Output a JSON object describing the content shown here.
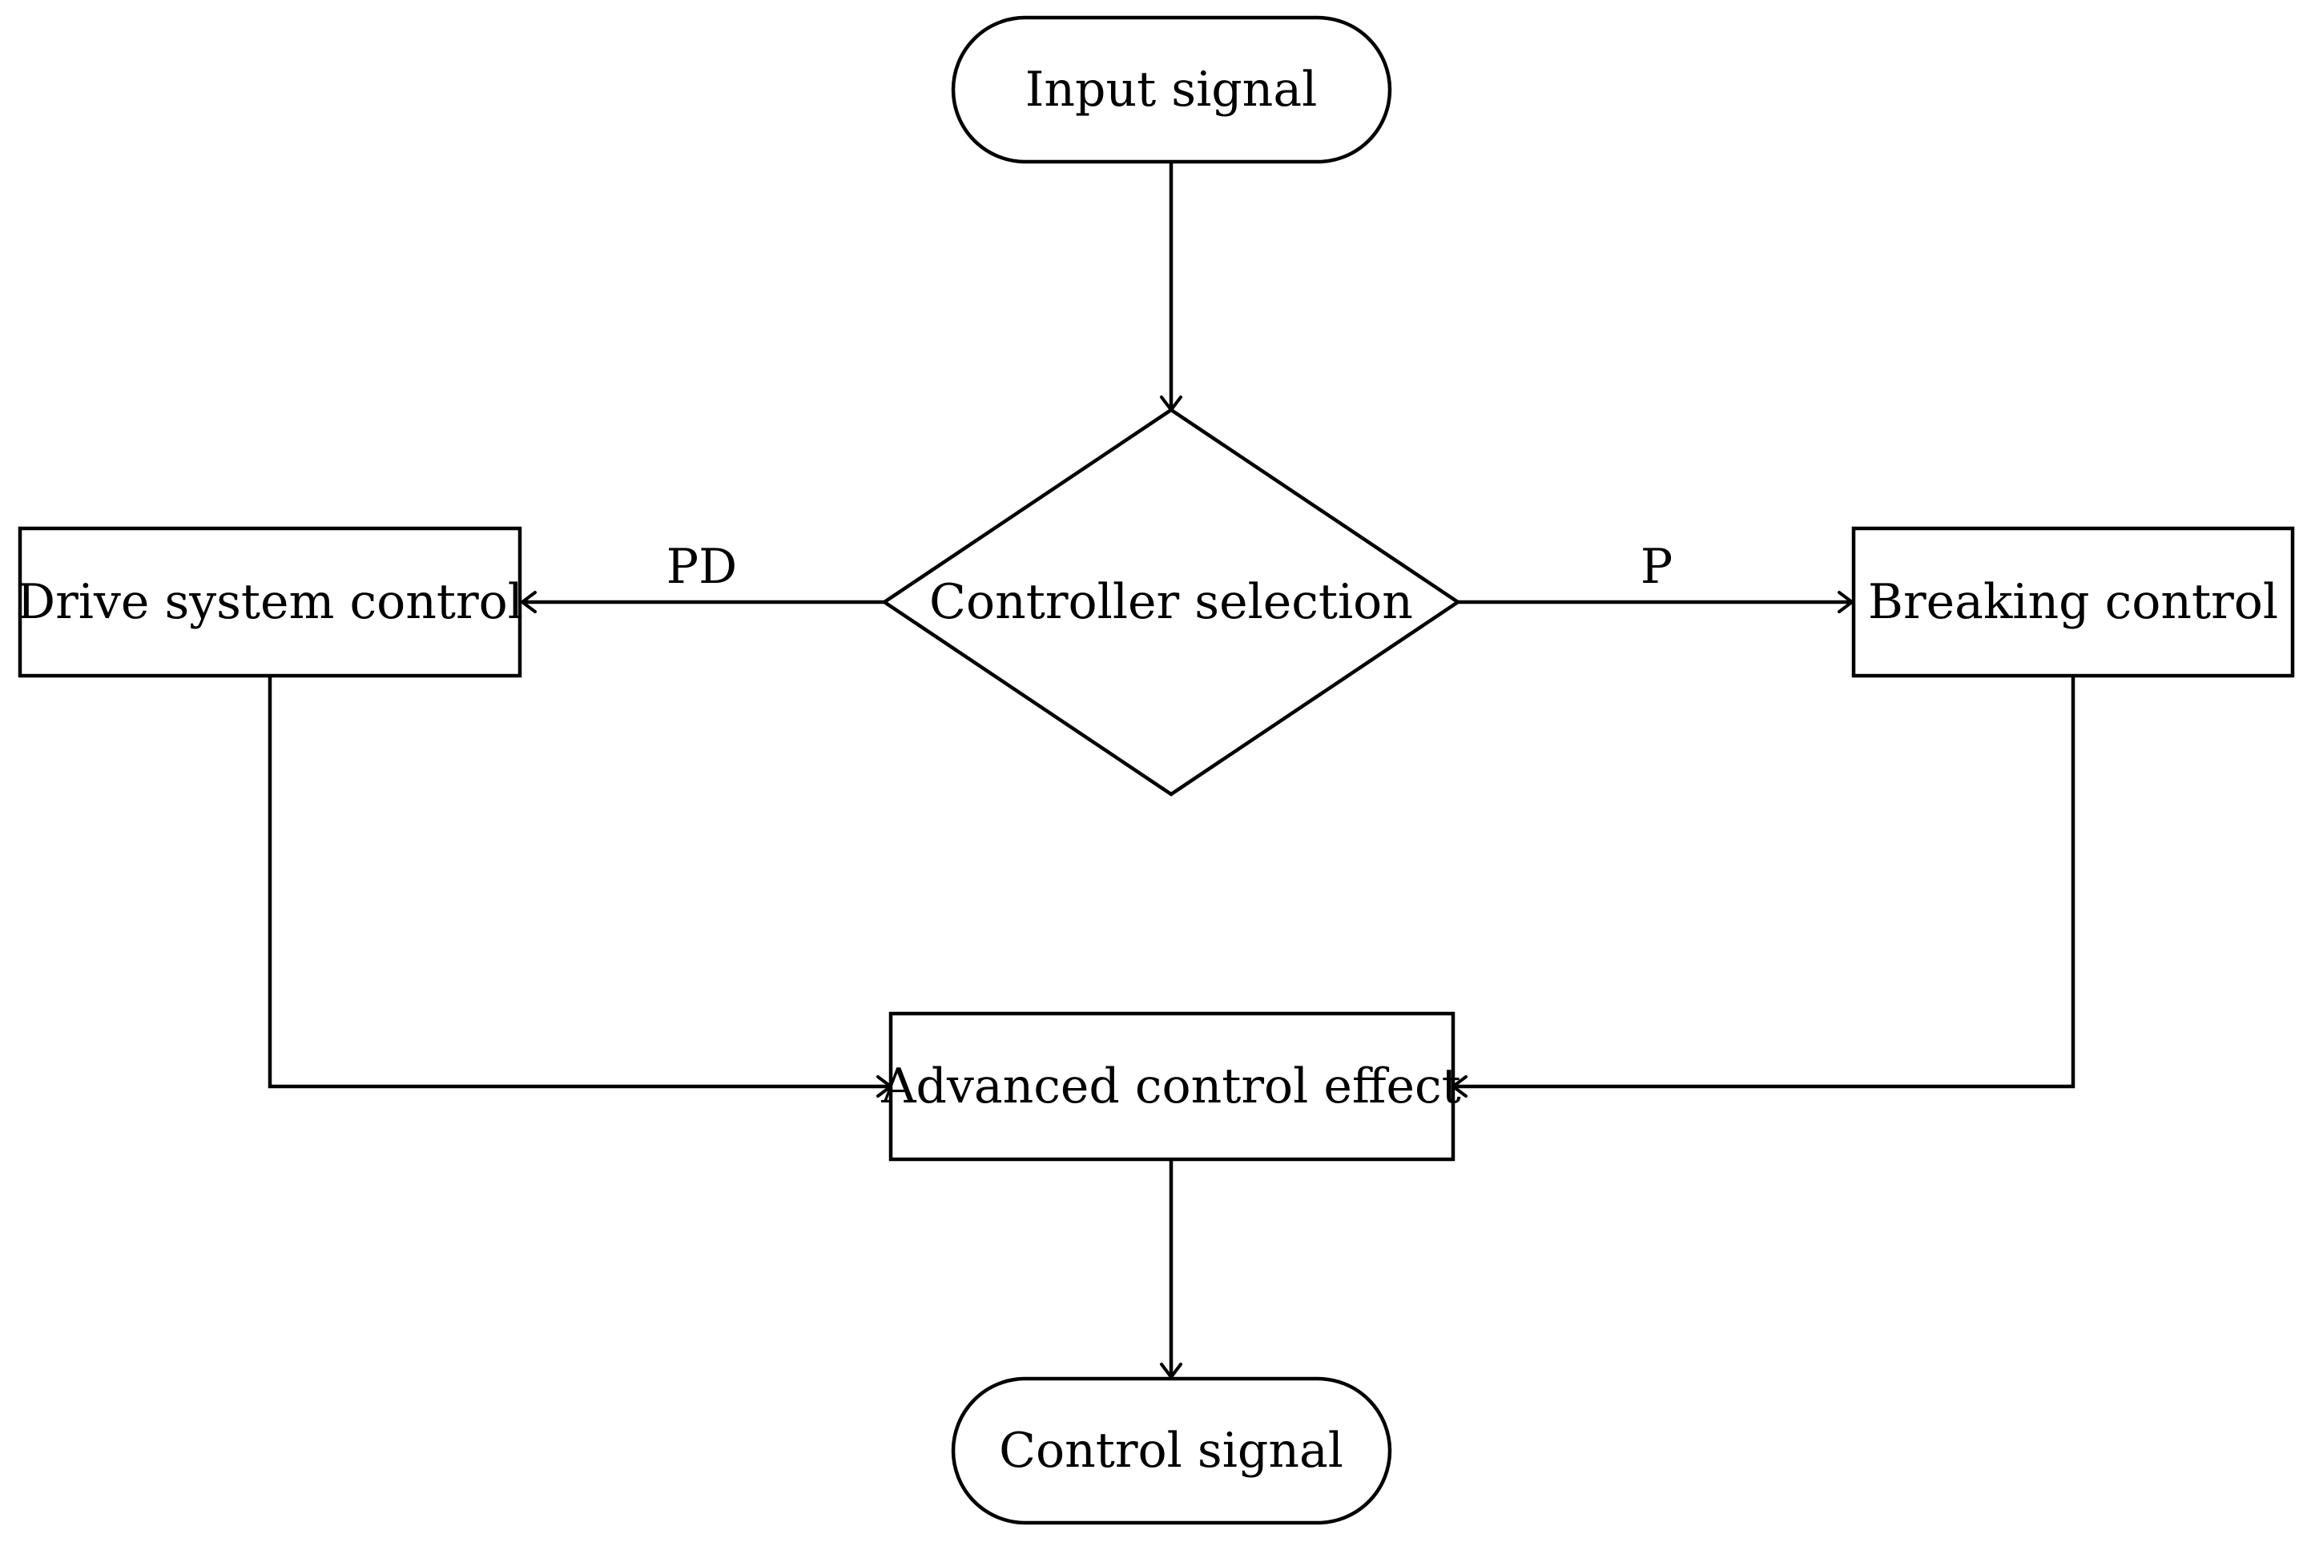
{
  "nodes": {
    "input": {
      "label": "Input signal",
      "shape": "terminator"
    },
    "selection": {
      "label": "Controller selection",
      "shape": "decision"
    },
    "drive": {
      "label": "Drive system control",
      "shape": "process"
    },
    "breaking": {
      "label": "Breaking control",
      "shape": "process"
    },
    "advanced": {
      "label": "Advanced control effect",
      "shape": "process"
    },
    "output": {
      "label": "Control signal",
      "shape": "terminator"
    }
  },
  "edges": {
    "input_to_selection": {
      "from": "Input signal",
      "to": "Controller selection"
    },
    "selection_to_drive": {
      "from": "Controller selection",
      "to": "Drive system control",
      "label": "PD"
    },
    "selection_to_breaking": {
      "from": "Controller selection",
      "to": "Breaking control",
      "label": "P"
    },
    "drive_to_advanced": {
      "from": "Drive system control",
      "to": "Advanced control effect"
    },
    "breaking_to_advanced": {
      "from": "Breaking control",
      "to": "Advanced control effect"
    },
    "advanced_to_output": {
      "from": "Advanced control effect",
      "to": "Control signal"
    }
  },
  "colors": {
    "stroke": "#000000",
    "background": "#ffffff"
  }
}
